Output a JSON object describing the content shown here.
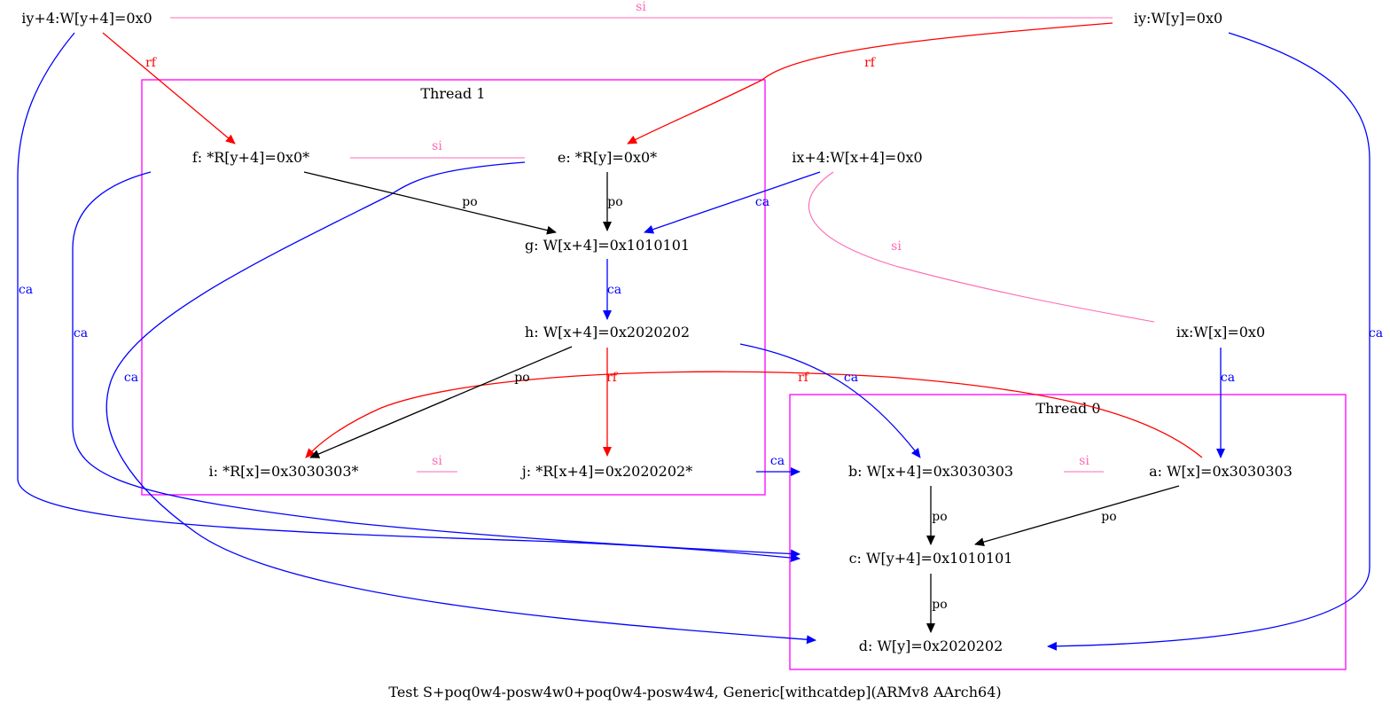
{
  "colors": {
    "po": "#000000",
    "rf": "#ff0000",
    "ca": "#0000ff",
    "si": "#ff69b4",
    "cluster": "#ff00ff"
  },
  "clusters": {
    "thread1": "Thread 1",
    "thread0": "Thread 0"
  },
  "nodes": {
    "iy4": "iy+4:W[y+4]=0x0",
    "iy": "iy:W[y]=0x0",
    "f": "f: *R[y+4]=0x0*",
    "e": "e: *R[y]=0x0*",
    "ix4": "ix+4:W[x+4]=0x0",
    "g": "g: W[x+4]=0x1010101",
    "h": "h: W[x+4]=0x2020202",
    "ix": "ix:W[x]=0x0",
    "i": "i: *R[x]=0x3030303*",
    "j": "j: *R[x+4]=0x2020202*",
    "b": "b: W[x+4]=0x3030303",
    "a": "a: W[x]=0x3030303",
    "c": "c: W[y+4]=0x1010101",
    "d": "d: W[y]=0x2020202"
  },
  "edge_labels": {
    "si": "si",
    "rf": "rf",
    "ca": "ca",
    "po": "po"
  },
  "caption": "Test S+poq0w4-posw4w0+poq0w4-posw4w4, Generic[withcatdep](ARMv8 AArch64)"
}
